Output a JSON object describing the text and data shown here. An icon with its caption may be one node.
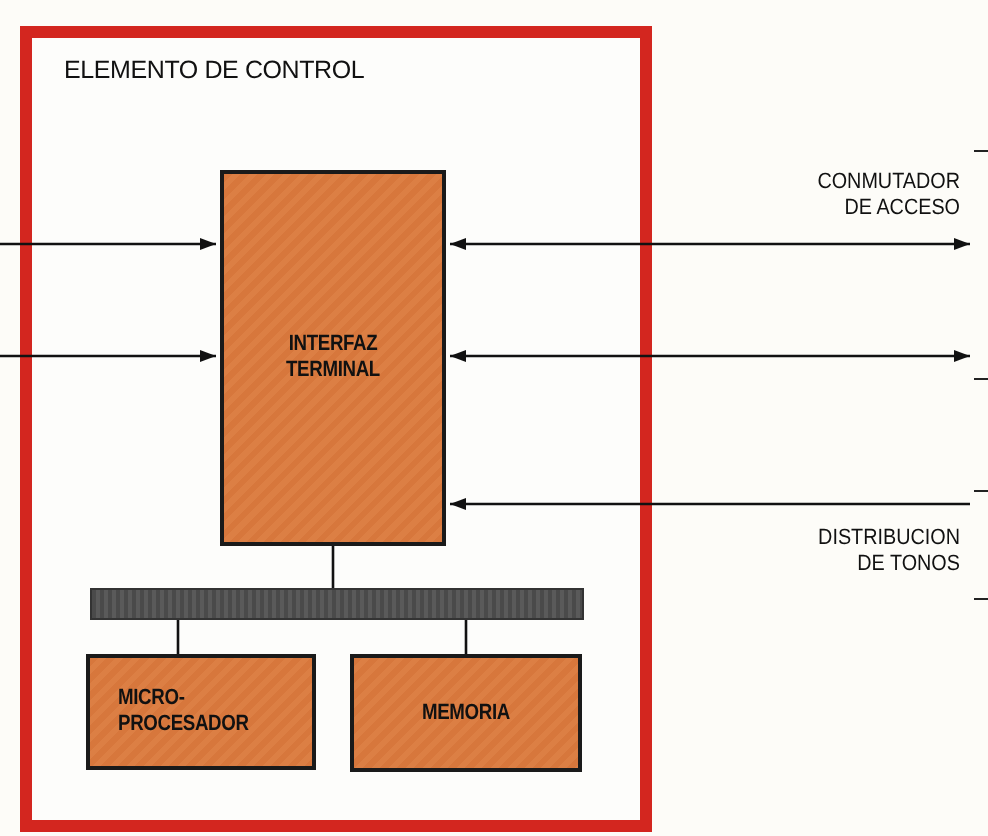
{
  "diagram": {
    "nodes": [
      {
        "text": [
          "ELEMENTO DE CONTROL"
        ]
      },
      {
        "text": [
          "INTERFAZ TERMINAL"
        ],
        "in": 0
      },
      {
        "text": [],
        "shape": "bar",
        "in": 0
      },
      {
        "text": [
          "MICRO- PROCESADOR"
        ],
        "in": 0
      },
      {
        "text": [
          "MEMORIA"
        ],
        "in": 0
      },
      {
        "text": [],
        "shape": "bracket",
        "beside": [
          "CONMUTADOR DE ACCESO"
        ]
      },
      {
        "text": [],
        "shape": "bracket",
        "beside": [
          "DISTRIBUCION DE TONOS"
        ]
      }
    ],
    "edges": [
      {
        "from": null,
        "to": 1,
        "arrow": "to"
      },
      {
        "from": null,
        "to": 1,
        "arrow": "to"
      },
      {
        "from": 1,
        "to": 5,
        "arrow": "both"
      },
      {
        "from": 1,
        "to": 5,
        "arrow": "both"
      },
      {
        "from": 6,
        "to": 1,
        "arrow": "to"
      },
      {
        "from": 1,
        "to": 2,
        "arrow": "none"
      },
      {
        "from": 2,
        "to": 3,
        "arrow": "none"
      },
      {
        "from": 2,
        "to": 4,
        "arrow": "none"
      }
    ]
  }
}
